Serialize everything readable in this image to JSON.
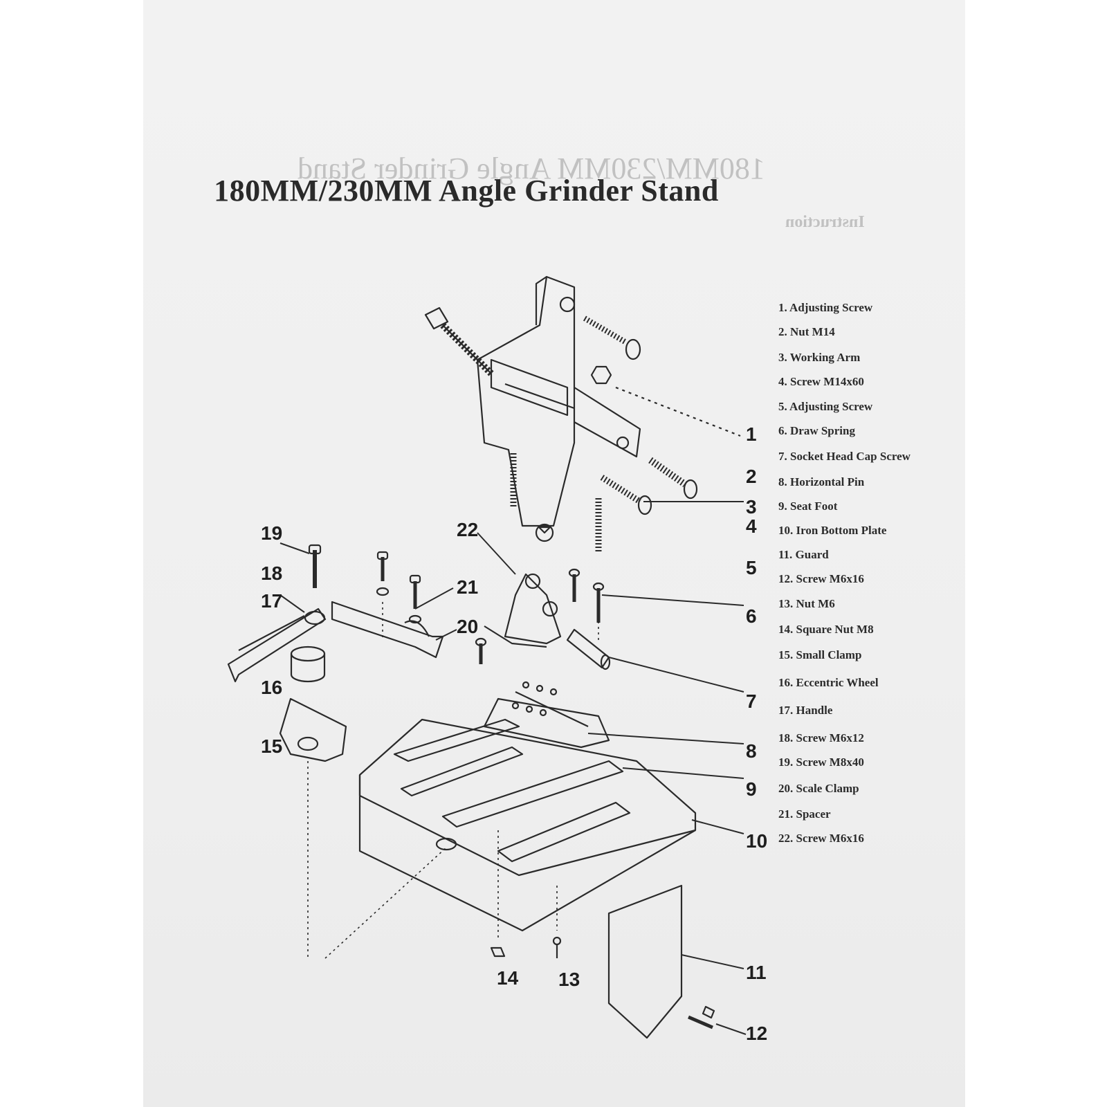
{
  "document": {
    "title": "180MM/230MM Angle Grinder Stand",
    "parts": [
      "1.   Adjusting Screw",
      "2.   Nut M14",
      "3.   Working Arm",
      "4.   Screw M14x60",
      "5.   Adjusting Screw",
      "6.   Draw Spring",
      "7.   Socket Head Cap Screw",
      "8.  Horizontal Pin",
      "9.  Seat Foot",
      "10. Iron Bottom Plate",
      "11. Guard",
      "12. Screw M6x16",
      "13. Nut M6",
      "14. Square Nut M8",
      "15. Small Clamp",
      "16. Eccentric Wheel",
      "17. Handle",
      "18. Screw M6x12",
      "19. Screw M8x40",
      "20. Scale Clamp",
      "21. Spacer",
      "22. Screw M6x16"
    ],
    "callouts": [
      "1",
      "2",
      "3",
      "4",
      "5",
      "6",
      "7",
      "8",
      "9",
      "10",
      "11",
      "12",
      "13",
      "14",
      "15",
      "16",
      "17",
      "18",
      "19",
      "20",
      "21",
      "22"
    ]
  }
}
